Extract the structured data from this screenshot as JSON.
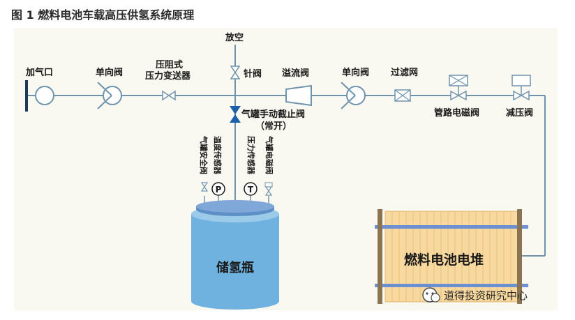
{
  "figure": {
    "title": "图 1  燃料电池车载高压供氢系统原理"
  },
  "labels": {
    "vent": "放空",
    "refuel_port": "加气口",
    "check_valve_1": "单向阀",
    "piezo_sensor_line1": "压阻式",
    "piezo_sensor_line2": "压力变送器",
    "needle_valve": "针阀",
    "overflow_valve": "溢流阀",
    "check_valve_2": "单向阀",
    "filter": "过滤网",
    "pipe_solenoid": "管路电磁阀",
    "reducer": "减压阀",
    "manual_valve": "气罐手动截止阀",
    "normally_open": "（常开）",
    "tank_safety_valve": "气罐安全阀",
    "temp_sensor": "温度传感器",
    "pressure_sensor": "压力传感器",
    "tank_solenoid": "气罐电磁阀",
    "p_symbol": "P",
    "t_symbol": "T",
    "tank": "储氢瓶",
    "stack": "燃料电池电堆",
    "watermark": "道得投资研究中心"
  },
  "colors": {
    "background": "#f9f8f1",
    "line": "#6f93ad",
    "tank_body": "#6fb2e0",
    "tank_top": "#5b8fc6",
    "stack_fill": "#f8d9a0",
    "stack_bar": "#6b8fd0",
    "valve_dark": "#1c5fa8"
  }
}
